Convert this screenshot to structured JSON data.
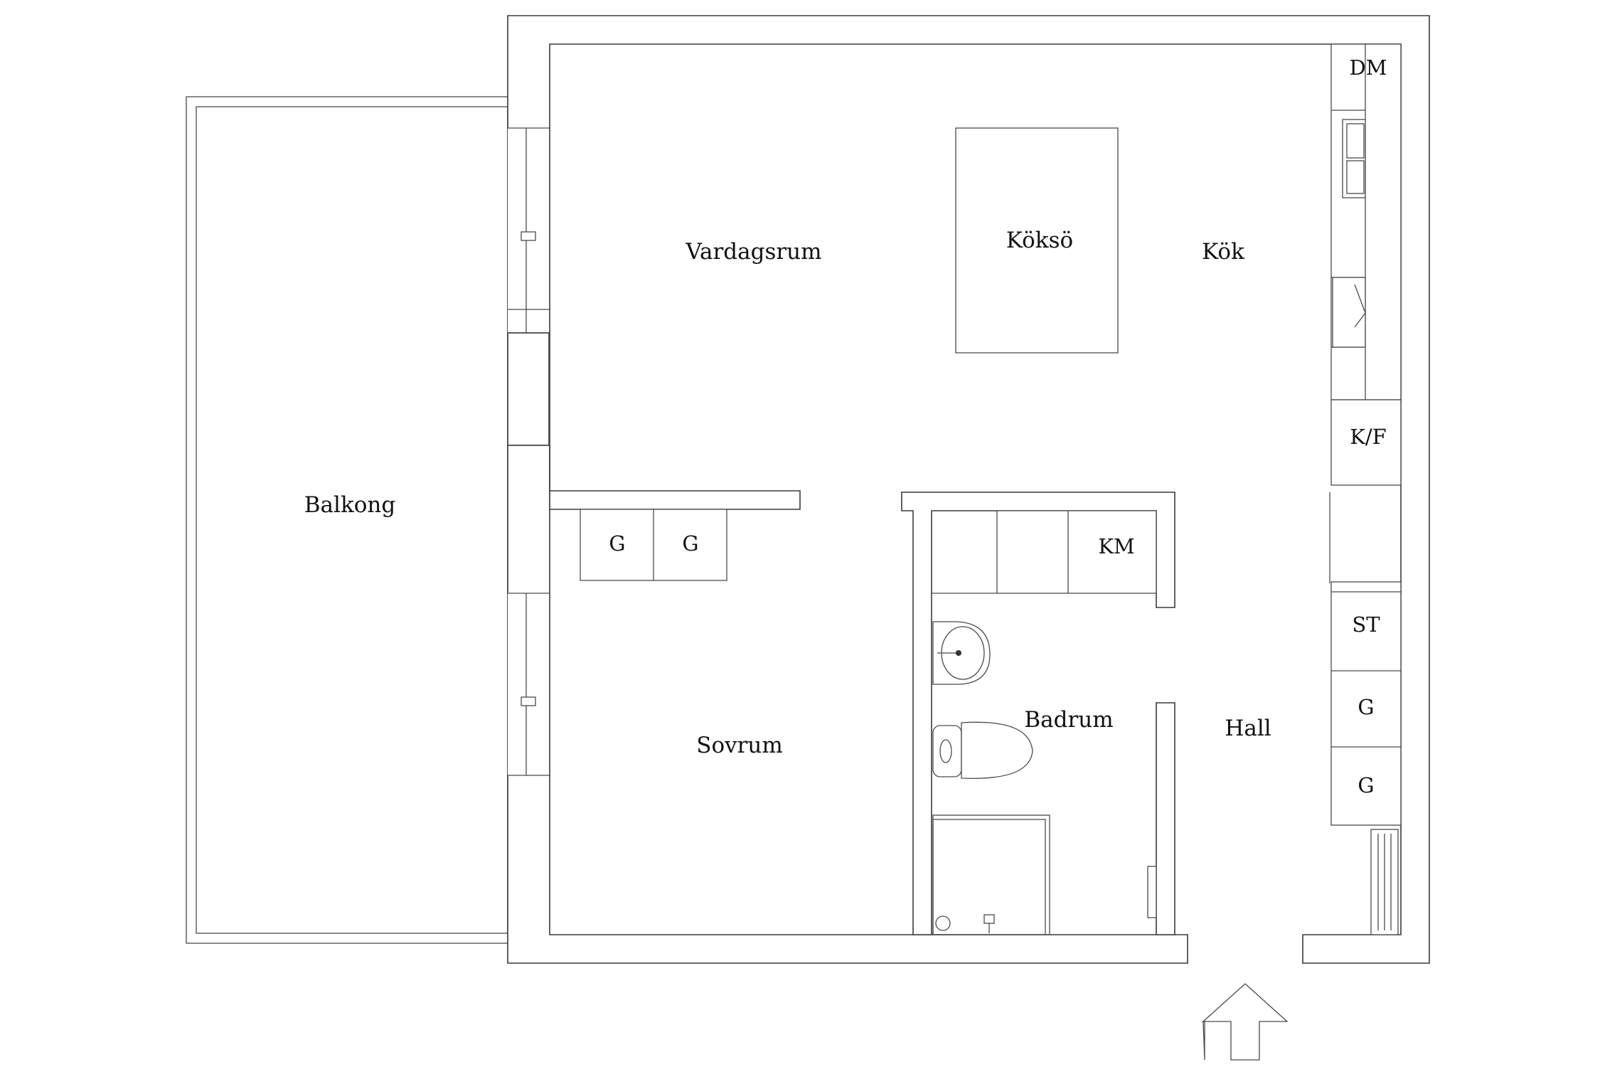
{
  "rooms": {
    "balkong": "Balkong",
    "vardagsrum": "Vardagsrum",
    "kokso": "Köksö",
    "kok": "Kök",
    "sovrum": "Sovrum",
    "badrum": "Badrum",
    "hall": "Hall"
  },
  "fixtures": {
    "dm": "DM",
    "kf": "K/F",
    "st": "ST",
    "km": "KM",
    "wardrobe": "G"
  }
}
